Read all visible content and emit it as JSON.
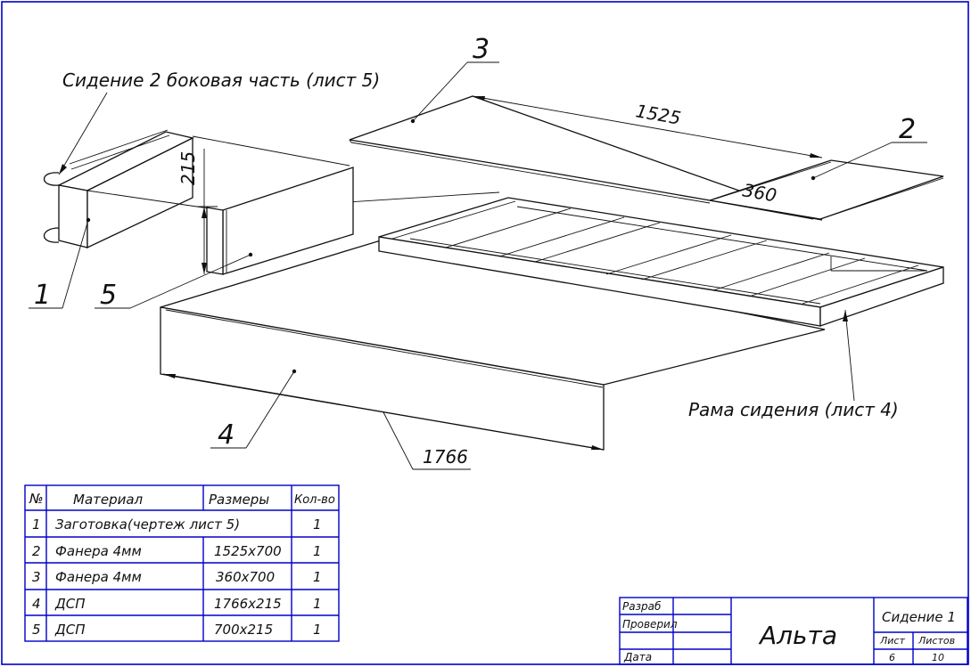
{
  "callouts": {
    "side_part": "Сидение 2 боковая часть (лист 5)",
    "seat_frame": "Рама сидения (лист 4)"
  },
  "positions": {
    "p1": "1",
    "p2": "2",
    "p3": "3",
    "p4": "4",
    "p5": "5"
  },
  "dimensions": {
    "d1525": "1525",
    "d360": "360",
    "d215": "215",
    "d1766": "1766"
  },
  "spec_table": {
    "headers": {
      "num": "№",
      "material": "Материал",
      "size": "Размеры",
      "qty": "Кол-во"
    },
    "rows": [
      {
        "num": "1",
        "material": "Заготовка(чертеж лист 5)",
        "size": "",
        "qty": "1"
      },
      {
        "num": "2",
        "material": "Фанера 4мм",
        "size": "1525х700",
        "qty": "1"
      },
      {
        "num": "3",
        "material": "Фанера 4мм",
        "size": "360х700",
        "qty": "1"
      },
      {
        "num": "4",
        "material": "ДСП",
        "size": "1766х215",
        "qty": "1"
      },
      {
        "num": "5",
        "material": "ДСП",
        "size": "700х215",
        "qty": "1"
      }
    ]
  },
  "title_block": {
    "developed_label": "Разраб",
    "checked_label": "Проверил",
    "date_label": "Дата",
    "title": "Альта",
    "doc_name": "Сидение 1",
    "sheet_label": "Лист",
    "sheets_label": "Листов",
    "sheet_value": "6",
    "sheets_value": "10"
  },
  "colors": {
    "frame": "#0000c8",
    "ink": "#111111",
    "background": "#ffffff"
  }
}
